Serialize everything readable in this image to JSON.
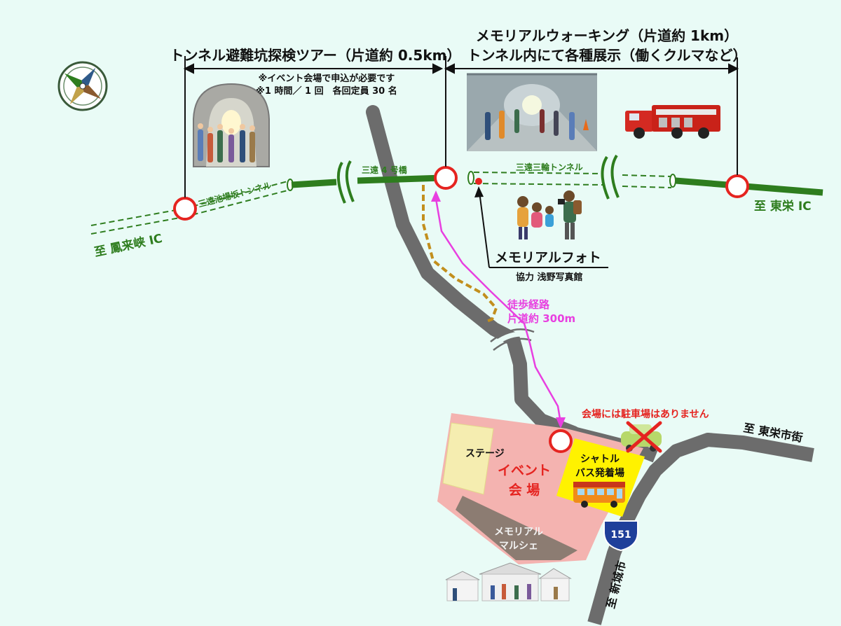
{
  "tour": {
    "title": "トンネル避難坑探検ツアー（片道約 0.5km）",
    "note1": "※イベント会場で申込が必要です",
    "note2": "※1 時間／ 1 回　各回定員 30 名"
  },
  "walking": {
    "title1": "メモリアルウォーキング（片道約 1km）",
    "title2": "トンネル内にて各種展示（働くクルマなど）"
  },
  "road": {
    "tunnel_west": "三遠池場坂トンネル",
    "bridge": "三遠 4 号橋",
    "tunnel_east": "三遠三輪トンネル",
    "to_west": "至 鳳来峡 IC",
    "to_east": "至 東栄 IC"
  },
  "photo": {
    "title": "メモリアルフォト",
    "credit": "協力 浅野写真館"
  },
  "walk_route": {
    "line1": "徒歩経路",
    "line2": "片道約 300m"
  },
  "venue": {
    "stage": "ステージ",
    "event1": "イベント",
    "event2": "会 場",
    "marche1": "メモリアル",
    "marche2": "マルシェ",
    "shuttle1": "シャトル",
    "shuttle2": "バス発着場",
    "no_parking": "会場には駐車場はありません"
  },
  "routes": {
    "to_toei_town": "至 東栄市街",
    "to_shinshiro": "至 新城市",
    "national_route": "151"
  },
  "colors": {
    "background": "#e9fbf6",
    "expressway": "#2e7d1e",
    "walk_route": "#e83fe0",
    "venue": "#f4b3b0",
    "shuttle": "#fff200",
    "warning": "#e52420"
  }
}
